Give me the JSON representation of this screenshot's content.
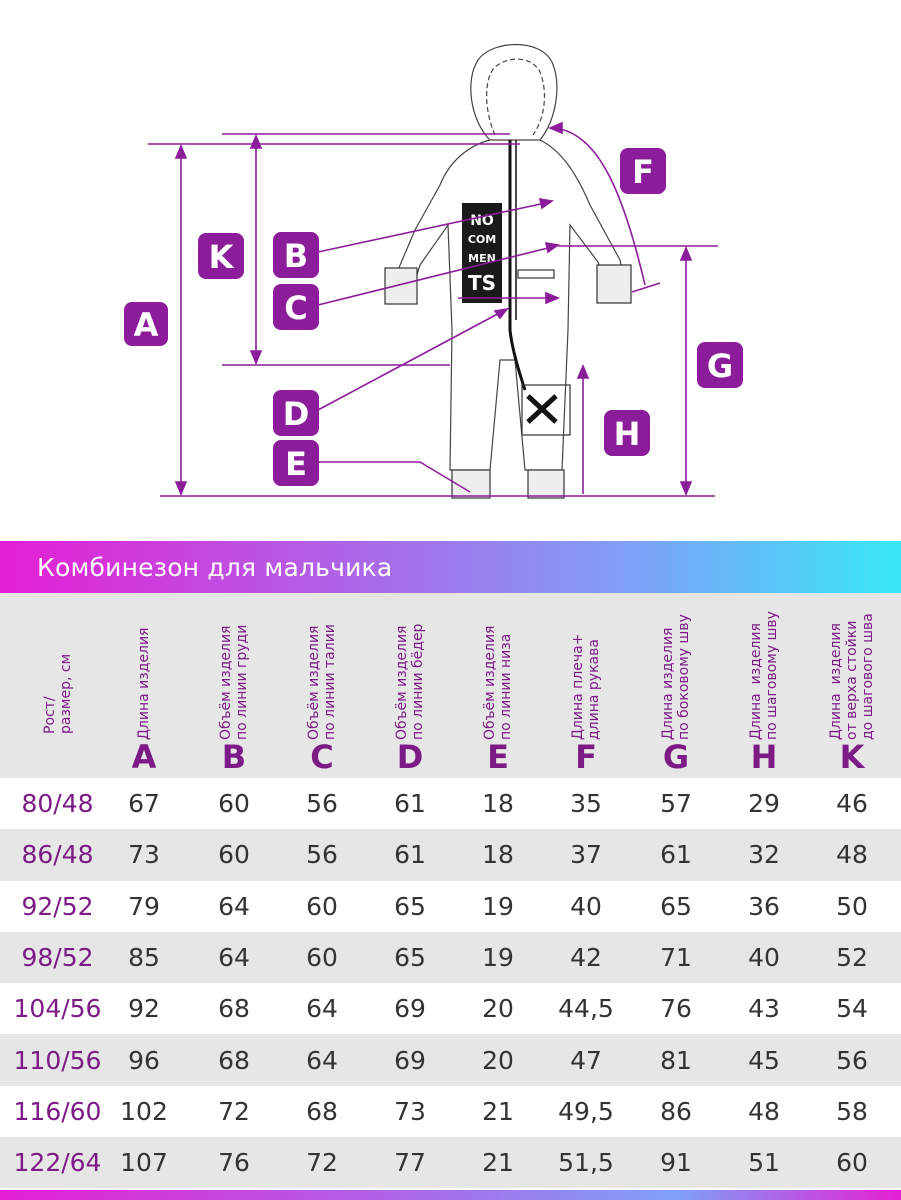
{
  "diagram": {
    "labels": [
      {
        "id": "A",
        "text": "A"
      },
      {
        "id": "K",
        "text": "K"
      },
      {
        "id": "B",
        "text": "B"
      },
      {
        "id": "C",
        "text": "C"
      },
      {
        "id": "D",
        "text": "D"
      },
      {
        "id": "E",
        "text": "E"
      },
      {
        "id": "F",
        "text": "F"
      },
      {
        "id": "G",
        "text": "G"
      },
      {
        "id": "H",
        "text": "H"
      }
    ],
    "chest_print": [
      "NO",
      "COM",
      "MEN",
      "TS"
    ],
    "accent_color": "#8b1c9a"
  },
  "banner": {
    "title": "Комбинезон для мальчика"
  },
  "table": {
    "columns": [
      {
        "label": "Рост/\nразмер, см",
        "letter": ""
      },
      {
        "label": "Длина изделия",
        "letter": "A"
      },
      {
        "label": "Объём изделия\nпо линии груди",
        "letter": "B"
      },
      {
        "label": "Объём изделия\nпо линии талии",
        "letter": "C"
      },
      {
        "label": "Объём изделия\nпо линии бёдер",
        "letter": "D"
      },
      {
        "label": "Объём изделия\nпо линии низа",
        "letter": "E"
      },
      {
        "label": "Длина плеча+\nдлина рукава",
        "letter": "F"
      },
      {
        "label": "Длина изделия\nпо боковому шву",
        "letter": "G"
      },
      {
        "label": "Длина  изделия\nпо шаговому шву",
        "letter": "H"
      },
      {
        "label": "Длина  изделия\nот верха стойки\nдо шагового шва",
        "letter": "K"
      }
    ],
    "rows": [
      [
        "80/48",
        "67",
        "60",
        "56",
        "61",
        "18",
        "35",
        "57",
        "29",
        "46"
      ],
      [
        "86/48",
        "73",
        "60",
        "56",
        "61",
        "18",
        "37",
        "61",
        "32",
        "48"
      ],
      [
        "92/52",
        "79",
        "64",
        "60",
        "65",
        "19",
        "40",
        "65",
        "36",
        "50"
      ],
      [
        "98/52",
        "85",
        "64",
        "60",
        "65",
        "19",
        "42",
        "71",
        "40",
        "52"
      ],
      [
        "104/56",
        "92",
        "68",
        "64",
        "69",
        "20",
        "44,5",
        "76",
        "43",
        "54"
      ],
      [
        "110/56",
        "96",
        "68",
        "64",
        "69",
        "20",
        "47",
        "81",
        "45",
        "56"
      ],
      [
        "116/60",
        "102",
        "72",
        "68",
        "73",
        "21",
        "49,5",
        "86",
        "48",
        "58"
      ],
      [
        "122/64",
        "107",
        "76",
        "72",
        "77",
        "21",
        "51,5",
        "91",
        "51",
        "60"
      ]
    ]
  }
}
